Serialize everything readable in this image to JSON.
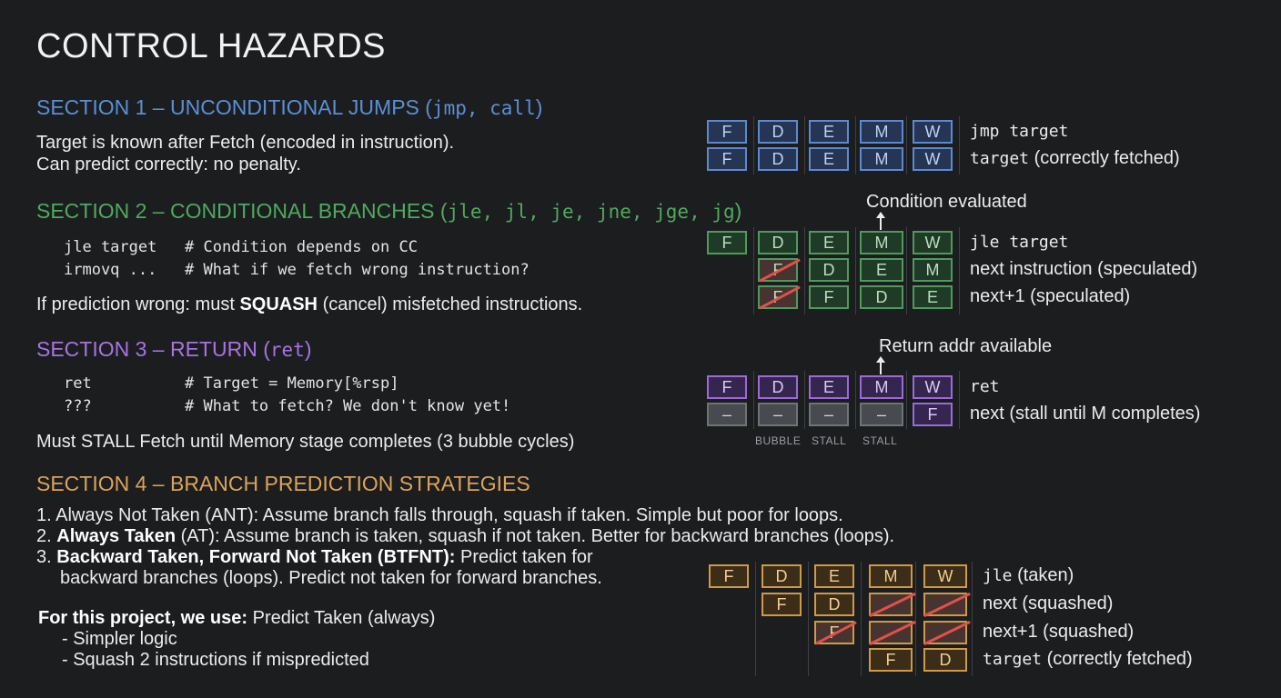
{
  "title": "CONTROL HAZARDS",
  "colors": {
    "blue": "#5b8ad0",
    "green": "#4f9a5c",
    "purple": "#9b6ad6",
    "orange": "#cf9a47",
    "squash": "#e0514a"
  },
  "section1": {
    "heading": "SECTION 1 – UNCONDITIONAL JUMPS (",
    "heading_code": "jmp, call",
    "heading_end": ")",
    "line1": "Target is known after Fetch (encoded in instruction).",
    "line2": "Can predict correctly: no penalty."
  },
  "section2": {
    "heading": "SECTION 2 – CONDITIONAL BRANCHES (",
    "heading_code": "jle, jl, je, jne, jge, jg",
    "heading_end": ")",
    "code1": "jle target   # Condition depends on CC",
    "code2": "irmovq ...   # What if we fetch wrong instruction?",
    "text_pre": "If prediction wrong: must ",
    "text_bold": "SQUASH",
    "text_post": " (cancel) misfetched instructions."
  },
  "section3": {
    "heading": "SECTION 3 – RETURN (",
    "heading_code": "ret",
    "heading_end": ")",
    "code1": "ret          # Target = Memory[%rsp]",
    "code2": "???          # What to fetch? We don't know yet!",
    "text": "Must STALL Fetch until Memory stage completes (3 bubble cycles)"
  },
  "section4": {
    "heading": "SECTION 4 – BRANCH PREDICTION STRATEGIES",
    "item1": "1. Always Not Taken (ANT): Assume branch falls through, squash if taken. Simple but poor for loops.",
    "item2_num": "2. ",
    "item2_bold": "Always Taken",
    "item2_rest": " (AT): Assume branch is taken, squash if not taken. Better for backward branches (loops).",
    "item3_num": "3. ",
    "item3_bold": "Backward Taken, Forward Not Taken (BTFNT):",
    "item3_rest": " Predict taken for",
    "item3_line2": "backward branches (loops). Predict not taken for forward branches.",
    "project_bold": "For this project, we use:",
    "project_rest": " Predict Taken (always)",
    "bullet1": "- Simpler logic",
    "bullet2": "- Squash 2 instructions if mispredicted"
  },
  "diagram1": {
    "stages": [
      "F",
      "D",
      "E",
      "M",
      "W"
    ],
    "row1_code": "jmp target",
    "row2_code": "target",
    "row2_text": " (correctly fetched)"
  },
  "diagram2": {
    "note": "Condition evaluated",
    "row1_cells": [
      "F",
      "D",
      "E",
      "M",
      "W"
    ],
    "row2_cells": [
      "F",
      "D",
      "E",
      "M"
    ],
    "row3_cells": [
      "F",
      "F",
      "D",
      "E"
    ],
    "row1_code": "jle target",
    "row2_text": "next instruction (speculated)",
    "row3_text": "next+1 (speculated)"
  },
  "diagram3": {
    "note": "Return addr available",
    "row1_cells": [
      "F",
      "D",
      "E",
      "M",
      "W"
    ],
    "row2_cells": [
      "–",
      "–",
      "–",
      "–",
      "F"
    ],
    "row1_code": "ret",
    "row2_text": "next (stall until M completes)",
    "footer": [
      "BUBBLE",
      "STALL",
      "STALL"
    ]
  },
  "diagram4": {
    "row1_cells": [
      "F",
      "D",
      "E",
      "M",
      "W"
    ],
    "row2_cells": [
      "F",
      "D"
    ],
    "row3_cells": [
      "F"
    ],
    "row4_cells": [
      "F",
      "D"
    ],
    "row1_code": "jle",
    "row1_text": " (taken)",
    "row2_text": "next (squashed)",
    "row3_text": "next+1 (squashed)",
    "row4_code": "target",
    "row4_text": " (correctly fetched)"
  }
}
